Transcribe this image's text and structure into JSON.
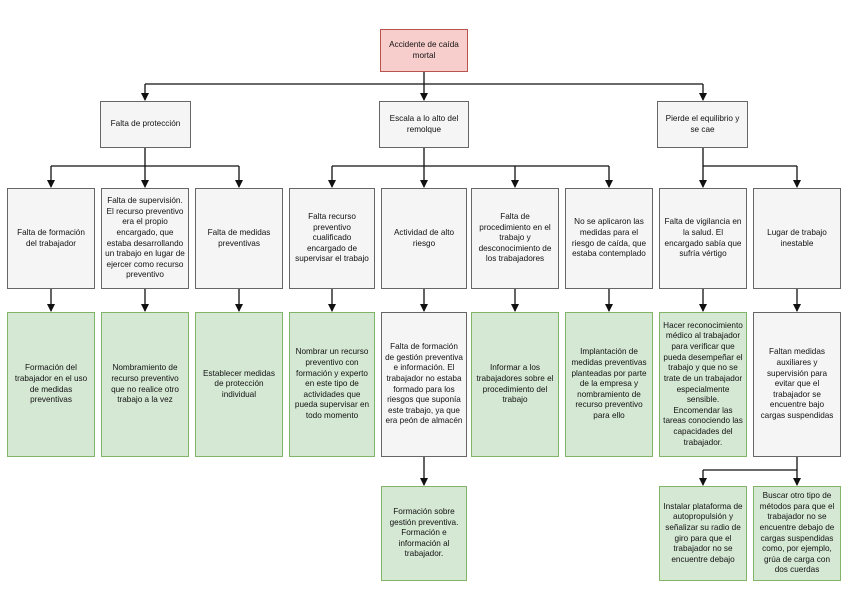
{
  "colors": {
    "root_fill": "#f8cecc",
    "root_border": "#b85450",
    "cause_fill": "#f5f5f5",
    "cause_border": "#666666",
    "measure_fill": "#d5e8d4",
    "measure_border": "#82b366"
  },
  "nodes": {
    "root": "Accidente de caída mortal",
    "c1": "Falta de protección",
    "c2": "Escala a lo alto del remolque",
    "c3": "Pierde el equilibrio y se cae",
    "c1a": "Falta de formación del trabajador",
    "c1b": "Falta de supervisión. El recurso preventivo era el propio encargado, que estaba desarrollando un trabajo en lugar de ejercer como recurso preventivo",
    "c1c": "Falta de medidas preventivas",
    "c2a": "Falta recurso preventivo cualificado encargado de supervisar el trabajo",
    "c2b": "Actividad de alto riesgo",
    "c2c": "Falta de procedimiento en el trabajo y desconocimiento de los trabajadores",
    "c2d": "No se aplicaron las medidas para el riesgo de caída, que estaba contemplado",
    "c3a": "Falta de vigilancia en la salud. El encargado sabía que sufría vértigo",
    "c3b": "Lugar de trabajo inestable",
    "m1a": "Formación del trabajador en el uso de medidas preventivas",
    "m1b": "Nombramiento de recurso preventivo que no realice otro trabajo a la vez",
    "m1c": "Establecer medidas de protección individual",
    "m2a": "Nombrar un recurso preventivo con formación y experto en este tipo de actividades que pueda supervisar en todo momento",
    "m2b": "Falta de formación de gestión preventiva e información. El trabajador no estaba formado para los riesgos que suponía este trabajo, ya que era peón de almacén",
    "m2c": "Informar a los trabajadores sobre el procedimiento del trabajo",
    "m2d": "Implantación de medidas preventivas planteadas por parte de la empresa y nombramiento de recurso preventivo para ello",
    "m3a": "Hacer reconocimiento médico al trabajador para verificar que pueda desempeñar el trabajo y que no se trate de un trabajador especialmente sensible. Encomendar las tareas conociendo las capacidades del trabajador.",
    "m3b": "Faltan medidas auxiliares y supervisión para evitar que el trabajador se encuentre bajo cargas suspendidas",
    "m2b2": "Formación sobre gestión preventiva. Formación e información al trabajador.",
    "m3b1": "Instalar plataforma de autopropulsión y señalizar su radio de giro para que el trabajador no se encuentre debajo",
    "m3b2": "Buscar otro tipo de métodos para que el trabajador no se encuentre debajo de cargas suspendidas como, por ejemplo, grúa de carga con dos cuerdas"
  }
}
